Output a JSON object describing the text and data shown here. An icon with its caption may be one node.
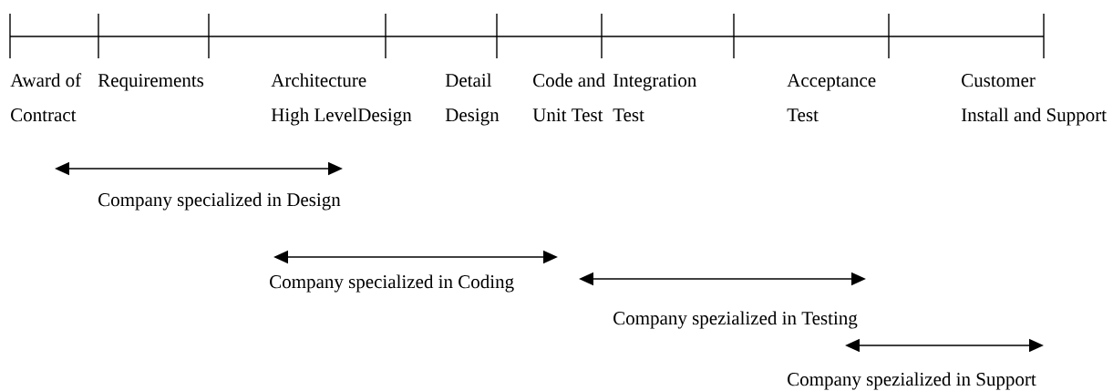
{
  "diagram": {
    "labels": [
      "Award of Contract",
      "Requirements",
      "Architecture High LevelDesign",
      "Detail Design",
      "Code and Unit Test",
      "Integration Test",
      "Acceptance Test",
      "Customer Install and Support",
      "Company specialized in Design",
      "Company specialized in Coding",
      "Company spezialized in Testing",
      "Company spezialized in Support"
    ]
  }
}
